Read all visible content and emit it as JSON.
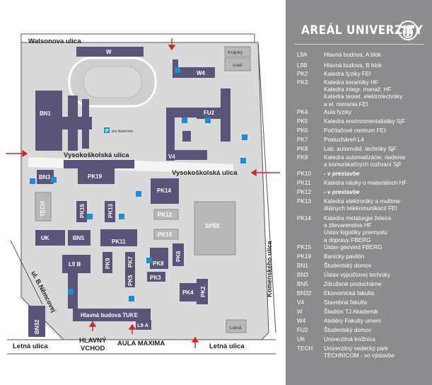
{
  "map": {
    "streets": {
      "watsonova": "Watsonova ulica",
      "vysokoskolska_left": "Vysokoškolská ulica",
      "vysokoskolska_right": "Vysokoškolská ulica",
      "komenskeho": "Komenského ulica",
      "nemcovej": "ul. B.Němcovej",
      "letna_left": "Letná ulica",
      "letna_right": "Letná ulica"
    },
    "buildings": {
      "W": "W",
      "W4": "W4",
      "FU2": "FU2",
      "V4": "V4",
      "BN1": "BN1",
      "BN3": "BN3",
      "PK19": "PK19",
      "TECH": "TECH",
      "PK15": "PK15",
      "PK13": "PK13",
      "PK14": "PK14",
      "PK12": "PK12",
      "PK10": "PK10",
      "SPSE": "SPŠE",
      "UK": "UK",
      "BN5": "BN5",
      "PK11": "PK11",
      "L9B": "L9 B",
      "PK9": "PK9",
      "PK7": "PK7",
      "PK5": "PK5",
      "PK8": "PK8",
      "PK6": "PK6",
      "PK3": "PK3",
      "PK4": "PK4",
      "PK2": "PK2",
      "BN32": "BN32",
      "HLAVNA": "Hlavná budova TUKE",
      "L9A": "L9 A"
    },
    "labels": {
      "krajsky": "Krajský",
      "urad": "úrad",
      "pre_studentov": "pre študentov",
      "letna": "Letná",
      "hlavny_vchod_1": "HLAVNÝ",
      "hlavny_vchod_2": "VCHOD",
      "aula": "AULA MAXIMA",
      "parking": "P"
    }
  },
  "legend": {
    "title": "AREÁL UNIVERZITY",
    "items": [
      {
        "code": "L9A",
        "desc": "Hlavná budova, A blok"
      },
      {
        "code": "L9B",
        "desc": "Hlavná budova, B blok"
      },
      {
        "code": "PK2",
        "desc": "Katedra fyziky FEI"
      },
      {
        "code": "PK3",
        "desc": "Katedra keramiky HF\nKatedra integr. manaž. HF\nKatedra teoret. elektrotechniky\na el. merania FEI"
      },
      {
        "code": "PK4",
        "desc": "Aula fyziky"
      },
      {
        "code": "PK5",
        "desc": "Katedra environmentalistiky SjF"
      },
      {
        "code": "PK6",
        "desc": "Počítačové centrum FEI"
      },
      {
        "code": "PK7",
        "desc": "Poslucháreň L4"
      },
      {
        "code": "PK8",
        "desc": "Lab. automobil. techniky SjF"
      },
      {
        "code": "PK9",
        "desc": "Katedra automatizácie, riadenia\na komunikačných rozhraní SjF"
      },
      {
        "code": "PK10",
        "desc": "- v prestavbe",
        "italic": true
      },
      {
        "code": "PK11",
        "desc": "Katedra náuky o materiáloch HF"
      },
      {
        "code": "PK12",
        "desc": "- v prestavbe",
        "italic": true
      },
      {
        "code": "PK13",
        "desc": "Katedra elektroniky a multime-\ndiálnych telekomunikácií FEI"
      },
      {
        "code": "PK14",
        "desc": "Katedra metalurgie železa\na zlievarenstva HF\nÚstav logistiky priemyslu\na dopravy FBERG"
      },
      {
        "code": "PK15",
        "desc": "Ústav geovied FBERG"
      },
      {
        "code": "PK19",
        "desc": "Banícky pavilón"
      },
      {
        "code": "BN1",
        "desc": "Študentský domov"
      },
      {
        "code": "BN3",
        "desc": "Ústav výpočtovej techniky"
      },
      {
        "code": "BN5",
        "desc": "Združené posluchárne"
      },
      {
        "code": "BN32",
        "desc": "Ekonomická fakulta"
      },
      {
        "code": "V4",
        "desc": "Stavebná fakulta"
      },
      {
        "code": "W",
        "desc": "Štadión TJ Akademik"
      },
      {
        "code": "W4",
        "desc": "Ateliéry Fakulty umení"
      },
      {
        "code": "FU2",
        "desc": "Študentský domov"
      },
      {
        "code": "UK",
        "desc": "Univerzitná knižnica"
      },
      {
        "code": "TECH",
        "desc": "Univerzitný vedecký park\nTECHNICOM - vo výstavbe"
      }
    ]
  },
  "colors": {
    "building": "#5a5478",
    "legend_bg": "#8c8c8e",
    "arrow": "#d0262e",
    "ground": "#d7d7d7",
    "parking": "#1a8fd8"
  }
}
